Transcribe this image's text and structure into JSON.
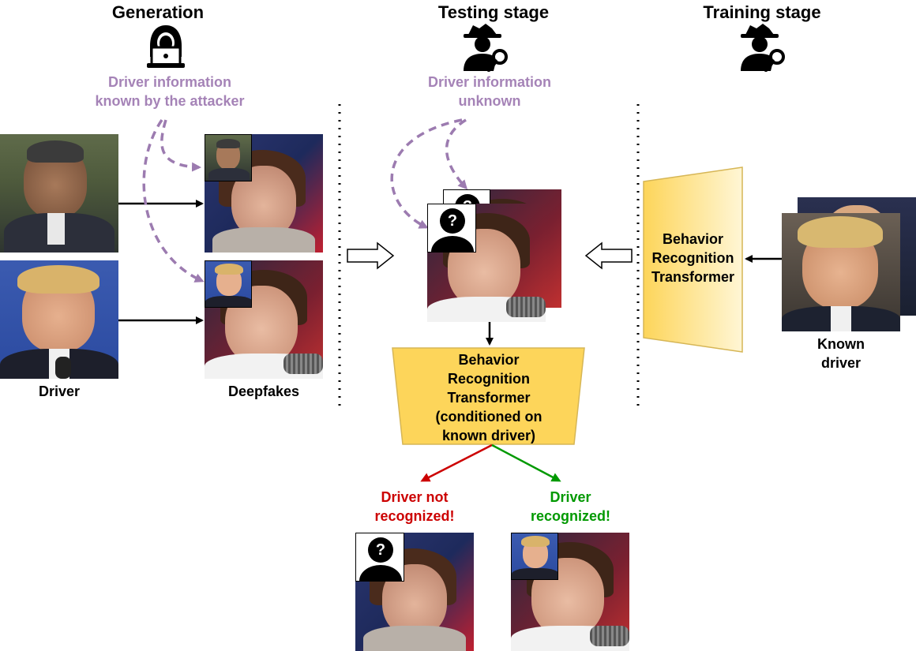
{
  "headings": {
    "generation": "Generation",
    "testing": "Testing stage",
    "training": "Training stage"
  },
  "notes": {
    "known_line1": "Driver information",
    "known_line2": "known by the attacker",
    "unknown_line1": "Driver information",
    "unknown_line2": "unknown"
  },
  "labels": {
    "driver": "Driver",
    "deepfakes": "Deepfakes",
    "known_driver_line1": "Known",
    "known_driver_line2": "driver"
  },
  "brt_right": [
    "Behavior",
    "Recognition",
    "Transformer"
  ],
  "brt_center": [
    "Behavior",
    "Recognition",
    "Transformer",
    "(conditioned on",
    "known driver)"
  ],
  "outcomes": {
    "negative_line1": "Driver not",
    "negative_line2": "recognized!",
    "positive_line1": "Driver",
    "positive_line2": "recognized!"
  },
  "colors": {
    "purple_text": "#a583b7",
    "dashed_arrow": "#9c7bb0",
    "box_fill_top": "#fff3c4",
    "box_fill_bottom": "#fdd55a",
    "box_border": "#d6b656",
    "negative": "#cc0000",
    "positive": "#009900"
  },
  "icons": {
    "generation": "hacker-laptop-icon",
    "testing": "detective-magnifier-icon",
    "training": "detective-magnifier-icon",
    "unknown": "unknown-person-icon"
  }
}
